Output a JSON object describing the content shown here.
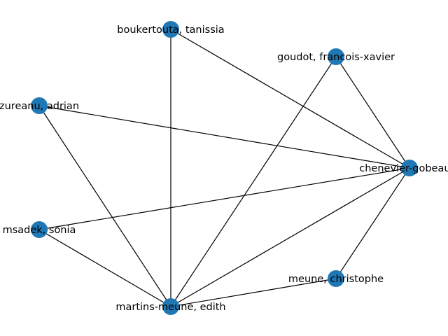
{
  "graph": {
    "node_color": "#1f77b4",
    "edge_color": "#000000",
    "nodes": [
      {
        "id": "boukertouta",
        "label": "boukertouta, tanissia"
      },
      {
        "id": "goudot",
        "label": "goudot, francois-xavier"
      },
      {
        "id": "zureanu",
        "label": "zureanu, adrian"
      },
      {
        "id": "chenevier",
        "label": "chenevier-gobeaux,"
      },
      {
        "id": "msadek",
        "label": "msadek, sonia"
      },
      {
        "id": "meune",
        "label": "meune, christophe"
      },
      {
        "id": "martins",
        "label": "martins-meune, edith"
      }
    ],
    "edges": [
      [
        "boukertouta",
        "chenevier"
      ],
      [
        "boukertouta",
        "martins"
      ],
      [
        "goudot",
        "chenevier"
      ],
      [
        "goudot",
        "martins"
      ],
      [
        "zureanu",
        "chenevier"
      ],
      [
        "zureanu",
        "martins"
      ],
      [
        "msadek",
        "chenevier"
      ],
      [
        "msadek",
        "martins"
      ],
      [
        "meune",
        "chenevier"
      ],
      [
        "meune",
        "martins"
      ],
      [
        "chenevier",
        "martins"
      ]
    ]
  }
}
